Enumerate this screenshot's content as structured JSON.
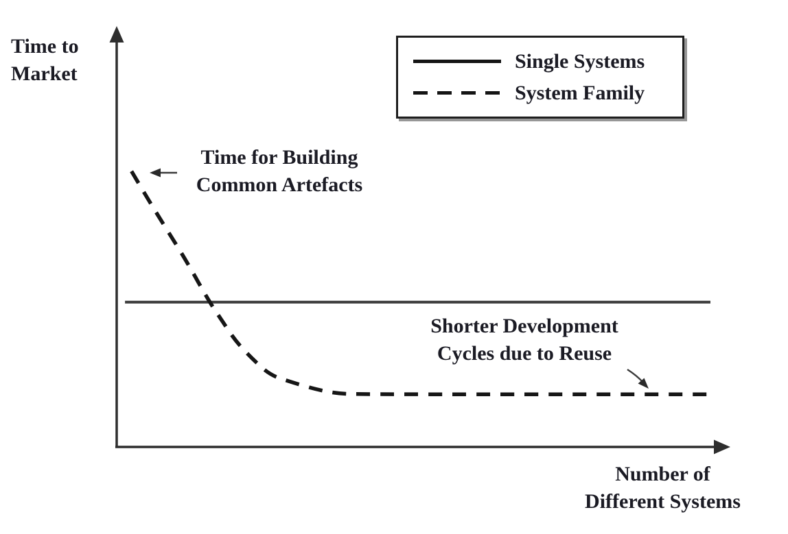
{
  "figure": {
    "background": "#ffffff",
    "description": "Conceptual line chart comparing time to market of single systems versus a system family as the number of different systems grows"
  },
  "labels": {
    "y_axis": "Time to\nMarket",
    "x_axis": "Number of\nDifferent Systems",
    "annotation_common_artefacts": "Time for Building\nCommon Artefacts",
    "annotation_reuse": "Shorter Development\nCycles due to Reuse"
  },
  "colors": {
    "ink_text": "#1b1b24",
    "solid_line": "#3c3c3c",
    "dashed_line": "#161616",
    "axis": "#2e2e2e",
    "legend_shadow": "#979797",
    "background": "#ffffff"
  },
  "chart_data": {
    "type": "line",
    "title": "",
    "xlabel": "Number of Different Systems",
    "ylabel": "Time to Market",
    "x_tick_labels": [],
    "y_tick_labels": [],
    "axes_quantitative": false,
    "grid": false,
    "legend_position": "top-right",
    "x_range_relative": [
      0,
      100
    ],
    "y_range_relative": [
      0,
      100
    ],
    "series": [
      {
        "name": "Single Systems",
        "style": "solid",
        "shape": "constant horizontal line",
        "points": [
          [
            1.4,
            34.4
          ],
          [
            100,
            34.4
          ]
        ]
      },
      {
        "name": "System Family",
        "style": "dashed",
        "shape": "high initial value decaying to a low flat asymptote; crosses Single Systems line near x=15.6",
        "points": [
          [
            2.5,
            65.5
          ],
          [
            5.2,
            59
          ],
          [
            8.1,
            52.4
          ],
          [
            11.7,
            44.3
          ],
          [
            15.6,
            34.5
          ],
          [
            17.7,
            30.1
          ],
          [
            20,
            25.2
          ],
          [
            22.8,
            21
          ],
          [
            25.8,
            17.1
          ],
          [
            29.2,
            15.5
          ],
          [
            33.2,
            13.8
          ],
          [
            37,
            12.7
          ],
          [
            41,
            12.5
          ],
          [
            100,
            12.5
          ]
        ]
      }
    ],
    "annotations": [
      {
        "text": "Time for Building Common Artefacts",
        "arrow": "short arrow pointing left at the steep upper start of the System Family curve"
      },
      {
        "text": "Shorter Development Cycles due to Reuse",
        "arrow": "short curved arrow pointing down-right at the flat section of the System Family curve"
      }
    ],
    "crossing_point_relative": [
      15.6,
      34.5
    ]
  }
}
